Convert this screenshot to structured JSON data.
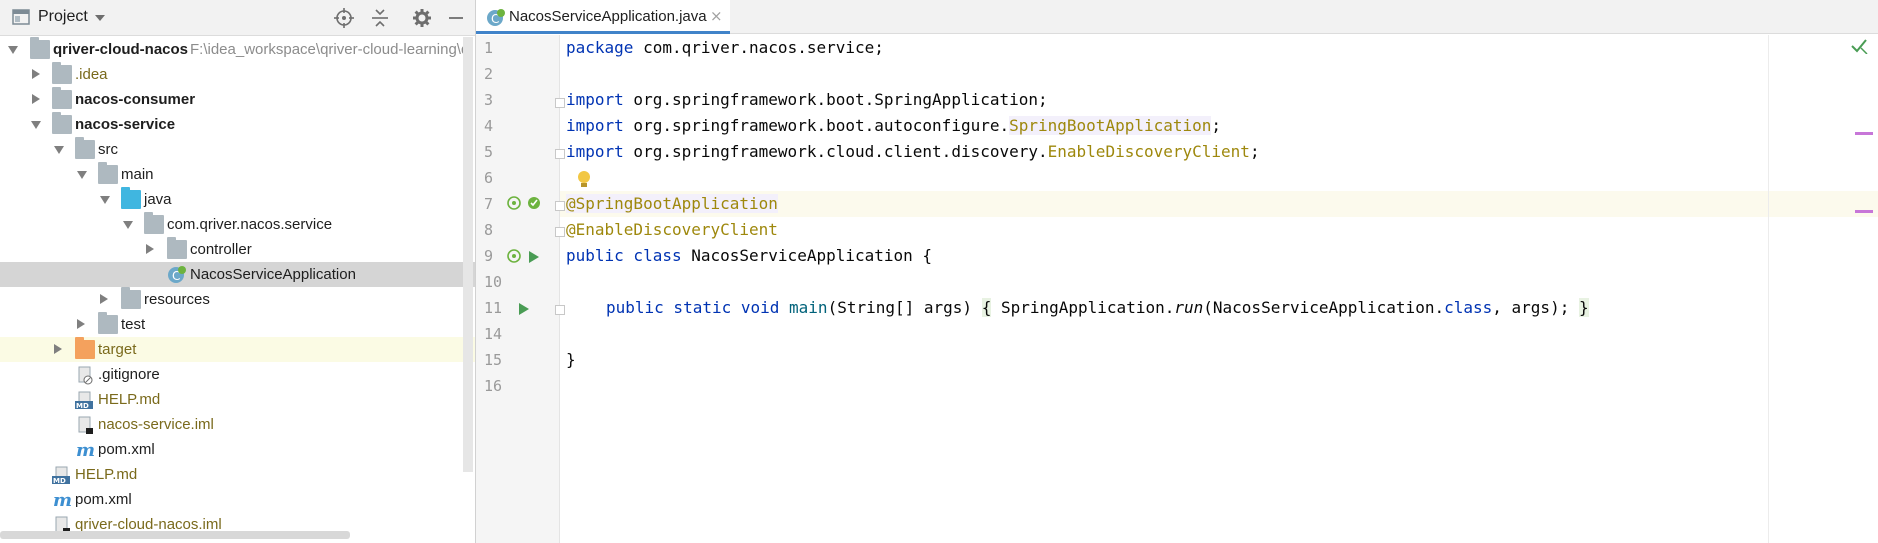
{
  "project_panel": {
    "title": "Project",
    "tree": [
      {
        "label": "qriver-cloud-nacos",
        "path": "F:\\idea_workspace\\qriver-cloud-learning\\q",
        "bold": true
      },
      {
        "label": ".idea"
      },
      {
        "label": "nacos-consumer",
        "bold": true
      },
      {
        "label": "nacos-service",
        "bold": true
      },
      {
        "label": "src"
      },
      {
        "label": "main"
      },
      {
        "label": "java"
      },
      {
        "label": "com.qriver.nacos.service"
      },
      {
        "label": "controller"
      },
      {
        "label": "NacosServiceApplication"
      },
      {
        "label": "resources"
      },
      {
        "label": "test"
      },
      {
        "label": "target"
      },
      {
        "label": ".gitignore"
      },
      {
        "label": "HELP.md"
      },
      {
        "label": "nacos-service.iml"
      },
      {
        "label": "pom.xml"
      },
      {
        "label": "HELP.md"
      },
      {
        "label": "pom.xml"
      },
      {
        "label": "qriver-cloud-nacos.iml"
      }
    ]
  },
  "editor": {
    "tab": {
      "label": "NacosServiceApplication.java",
      "close": "×"
    },
    "line_numbers": [
      "1",
      "2",
      "3",
      "4",
      "5",
      "6",
      "7",
      "8",
      "9",
      "10",
      "11",
      "14",
      "15",
      "16"
    ],
    "code": {
      "l1": {
        "kw": "package",
        "rest": " com.qriver.nacos.service;"
      },
      "l3": {
        "kw": "import",
        "rest": " org.springframework.boot.SpringApplication;"
      },
      "l4": {
        "kw": "import",
        "pre": " org.springframework.boot.autoconfigure.",
        "ann": "SpringBootApplication",
        "post": ";"
      },
      "l5": {
        "kw": "import",
        "pre": " org.springframework.cloud.client.discovery.",
        "ann": "EnableDiscoveryClient",
        "post": ";"
      },
      "l7": "@SpringBootApplication",
      "l8": "@EnableDiscoveryClient",
      "l9": {
        "kw": "public class",
        "rest": " NacosServiceApplication {"
      },
      "l11": {
        "kw": "public static void",
        "method": " main",
        "params": "(String[] args) ",
        "open": "{",
        "body1": " SpringApplication.",
        "call": "run",
        "body2": "(NacosServiceApplication.",
        "kw2": "class",
        "body3": ", args); ",
        "close": "}"
      },
      "l15": "}"
    }
  },
  "colors": {
    "keyword": "#0033b3",
    "annotation": "#9e880d",
    "accent": "#4083c9"
  }
}
